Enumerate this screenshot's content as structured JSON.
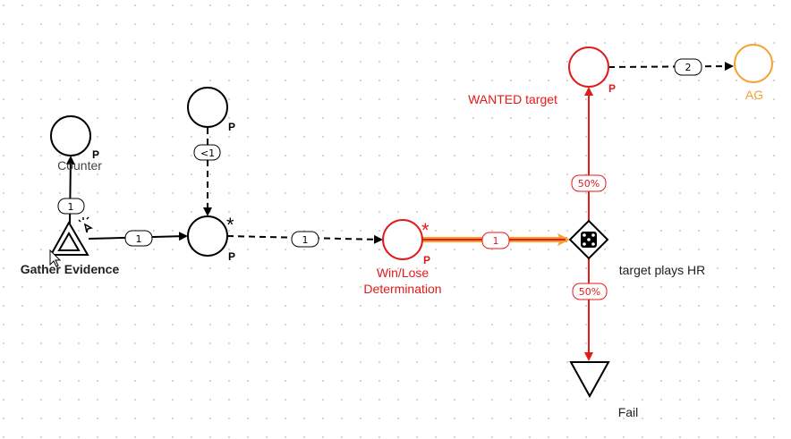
{
  "colors": {
    "black": "#000000",
    "red": "#e31a1a",
    "orange": "#f7a030",
    "grey": "#444444"
  },
  "nodes": {
    "counter": {
      "label": "Counter",
      "flag": "P"
    },
    "gather": {
      "label": "Gather Evidence"
    },
    "top_pool": {
      "flag": "P"
    },
    "mid_pool": {
      "flag": "P",
      "marker": "*"
    },
    "winlose": {
      "label_line1": "Win/Lose",
      "label_line2": "Determination",
      "flag": "P",
      "marker": "*"
    },
    "gate": {
      "label": "target plays HR"
    },
    "wanted": {
      "label": "WANTED target",
      "flag": "P"
    },
    "ag": {
      "label": "AG"
    },
    "fail": {
      "label": "Fail"
    }
  },
  "edges": {
    "gather_to_counter": "1",
    "gather_to_pool": "1",
    "top_to_pool": "<1",
    "pool_to_winlose": "1",
    "winlose_to_gate": "1",
    "gate_to_wanted": "50%",
    "gate_to_fail": "50%",
    "wanted_to_ag": "2"
  }
}
